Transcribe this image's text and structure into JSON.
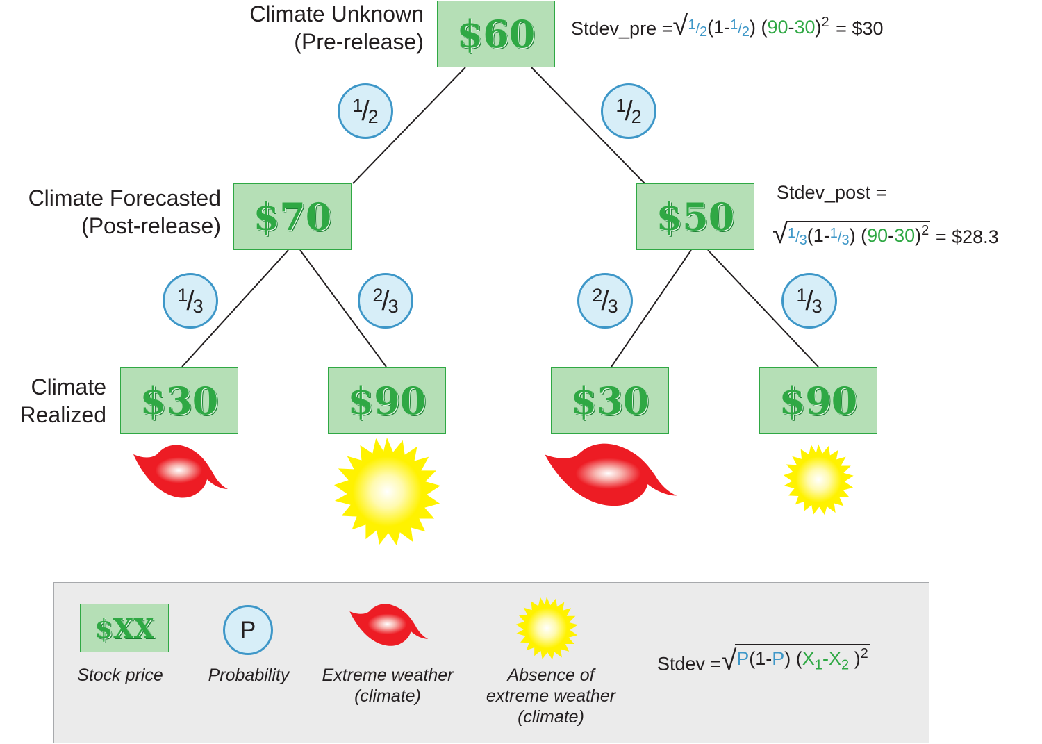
{
  "labels": {
    "unknown_line1": "Climate Unknown",
    "unknown_line2": "(Pre-release)",
    "forecast_line1": "Climate Forecasted",
    "forecast_line2": "(Post-release)",
    "realized_line1": "Climate",
    "realized_line2": "Realized"
  },
  "nodes": {
    "root": "$60",
    "left": "$70",
    "right": "$50",
    "ll": "$30",
    "lr": "$90",
    "rl": "$30",
    "rr": "$90"
  },
  "probabilities": {
    "root_left": {
      "num": "1",
      "den": "2"
    },
    "root_right": {
      "num": "1",
      "den": "2"
    },
    "left_left": {
      "num": "1",
      "den": "3"
    },
    "left_right": {
      "num": "2",
      "den": "3"
    },
    "right_left": {
      "num": "2",
      "den": "3"
    },
    "right_right": {
      "num": "1",
      "den": "3"
    }
  },
  "formulas": {
    "pre": {
      "label": "Stdev_pre =",
      "p_num": "1",
      "p_den": "2",
      "open": "(1-",
      "close": ")",
      "x1": "90",
      "dash": "-",
      "x2": "30",
      "exp": "2",
      "result": "= $30"
    },
    "post": {
      "label": "Stdev_post =",
      "p_num": "1",
      "p_den": "3",
      "open": "(1-",
      "close": ")",
      "x1": "90",
      "dash": "-",
      "x2": "30",
      "exp": "2",
      "result": "= $28.3"
    }
  },
  "outcomes": [
    {
      "node": "ll",
      "icon": "hurricane-icon"
    },
    {
      "node": "lr",
      "icon": "sun-icon"
    },
    {
      "node": "rl",
      "icon": "hurricane-icon"
    },
    {
      "node": "rr",
      "icon": "sun-icon"
    }
  ],
  "legend": {
    "price_sample": "$XX",
    "price_caption": "Stock price",
    "prob_sample": "P",
    "prob_caption": "Probability",
    "extreme_caption_1": "Extreme weather",
    "extreme_caption_2": "(climate)",
    "absence_caption_1": "Absence of",
    "absence_caption_2": "extreme weather",
    "absence_caption_3": "(climate)",
    "formula": {
      "label": "Stdev =",
      "p": "P",
      "open": "(1-",
      "p2": "P",
      "close": ")",
      "x1": "X",
      "x1_sub": "1",
      "dash": "-",
      "x2": "X",
      "x2_sub": "2",
      "exp": "2"
    }
  },
  "colors": {
    "price_fill": "#b5dfb6",
    "price_text": "#2fa844",
    "prob_fill": "#d7eef8",
    "prob_border": "#3e97c8",
    "hurricane": "#ed1c24",
    "sun": "#fff200",
    "legend_bg": "#ebebeb"
  }
}
